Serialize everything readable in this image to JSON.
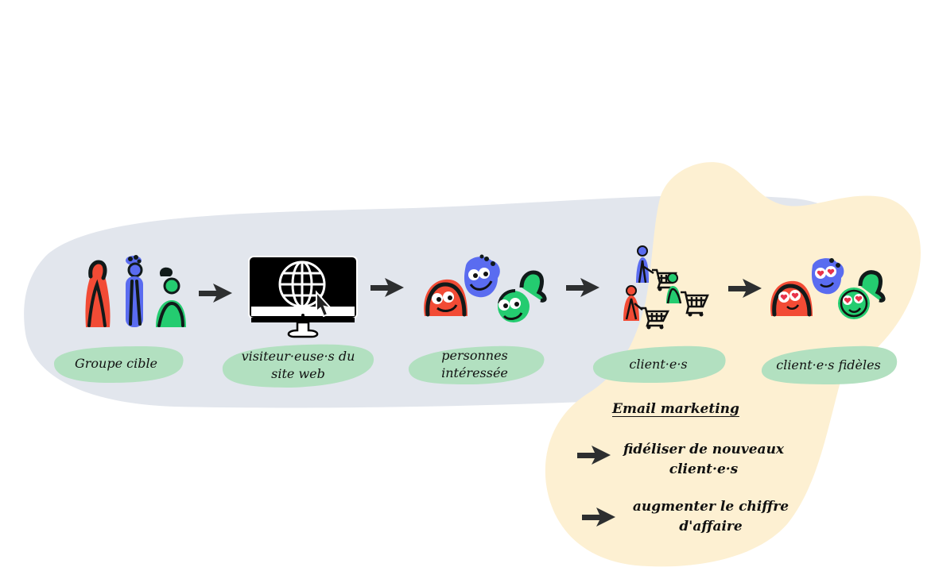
{
  "diagram": {
    "stages": [
      {
        "id": "target-group",
        "label": "Groupe cible",
        "icon": "people-group-icon"
      },
      {
        "id": "website-visitors",
        "label_lines": [
          "visiteur·euse·s du",
          "site web"
        ],
        "icon": "monitor-globe-icon"
      },
      {
        "id": "interested",
        "label_lines": [
          "personnes",
          "intéressée"
        ],
        "icon": "curious-faces-icon"
      },
      {
        "id": "customers",
        "label": "client·e·s",
        "icon": "shopping-carts-icon"
      },
      {
        "id": "loyal-customers",
        "label": "client·e·s fidèles",
        "icon": "heart-eyes-faces-icon"
      }
    ],
    "email_marketing": {
      "title": "Email marketing",
      "items": [
        {
          "lines": [
            "fidéliser de nouveaux",
            "client·e·s"
          ]
        },
        {
          "lines": [
            "augmenter le chiffre",
            "d'affaire"
          ]
        }
      ]
    },
    "colors": {
      "funnel_band": "#e2e6ed",
      "email_zone": "#fdf0d2",
      "label_pill": "#b2e0c0",
      "red": "#f24b35",
      "blue": "#5a6cf0",
      "green": "#24cc70",
      "ink": "#111a1a",
      "arrow": "#2d2f30"
    }
  }
}
